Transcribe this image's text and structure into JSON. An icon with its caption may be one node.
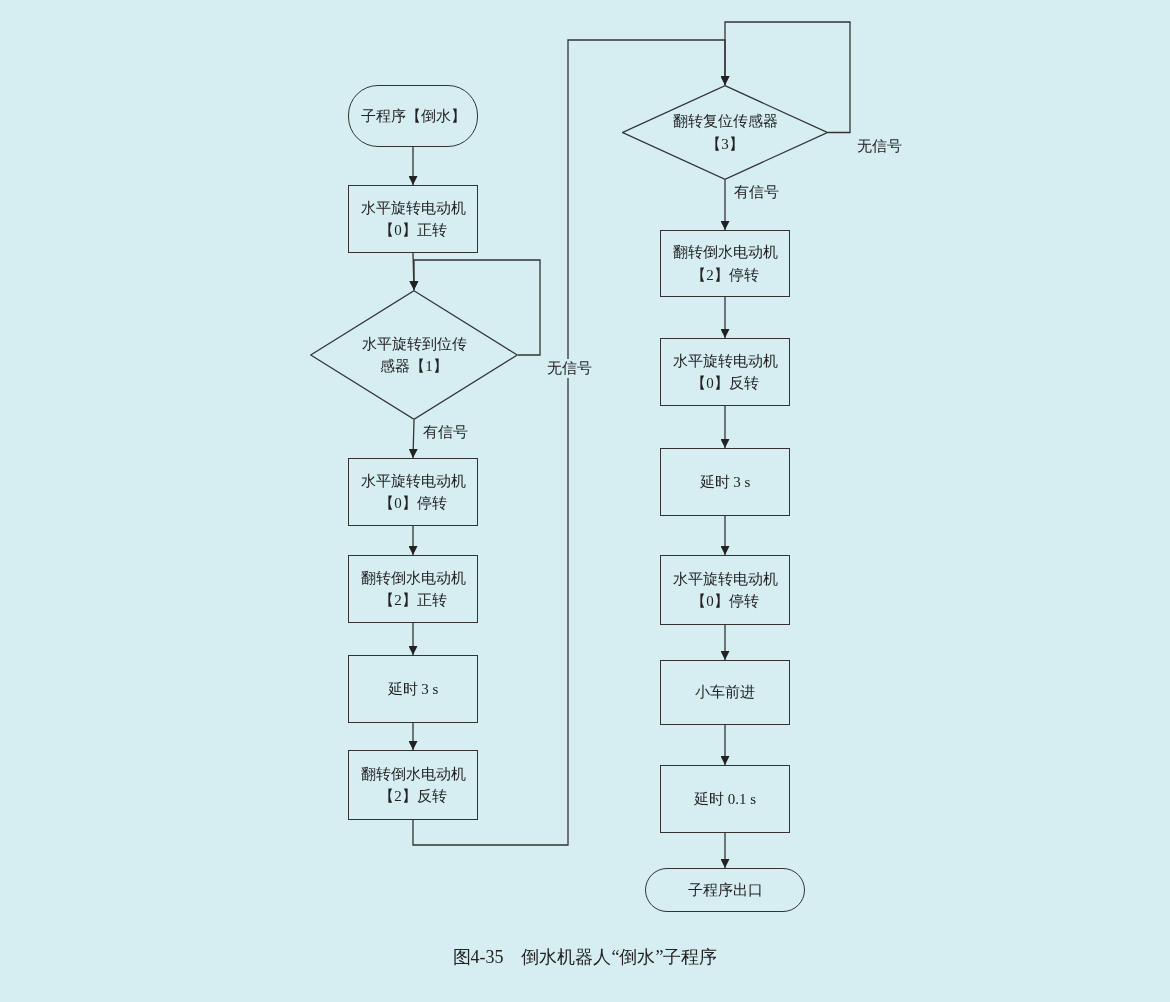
{
  "diagram": {
    "caption": "图4-35　倒水机器人“倒水”子程序",
    "nodes": [
      {
        "text": [
          "子程序【倒水】"
        ]
      },
      {
        "text": [
          "水平旋转电动机【0】正转"
        ]
      },
      {
        "text": [
          "水平旋转到位传感器【1】"
        ]
      },
      {
        "text": [
          "水平旋转电动机【0】停转"
        ]
      },
      {
        "text": [
          "翻转倒水电动机【2】正转"
        ]
      },
      {
        "text": [
          "延时 3 s"
        ]
      },
      {
        "text": [
          "翻转倒水电动机【2】反转"
        ]
      },
      {
        "text": [
          "翻转复位传感器【3】"
        ]
      },
      {
        "text": [
          "翻转倒水电动机【2】停转"
        ]
      },
      {
        "text": [
          "水平旋转电动机【0】反转"
        ]
      },
      {
        "text": [
          "延时 3 s"
        ]
      },
      {
        "text": [
          "水平旋转电动机【0】停转"
        ]
      },
      {
        "text": [
          "小车前进"
        ]
      },
      {
        "text": [
          "延时 0.1 s"
        ]
      },
      {
        "text": [
          "子程序出口"
        ]
      }
    ],
    "edges": [
      {
        "from": 0,
        "to": 1,
        "arrow": "to"
      },
      {
        "from": 1,
        "to": 2,
        "arrow": "to"
      },
      {
        "from": 2,
        "to": 2,
        "arrow": "to",
        "label": "无信号"
      },
      {
        "from": 2,
        "to": 3,
        "arrow": "to",
        "label": "有信号"
      },
      {
        "from": 3,
        "to": 4,
        "arrow": "to"
      },
      {
        "from": 4,
        "to": 5,
        "arrow": "to"
      },
      {
        "from": 5,
        "to": 6,
        "arrow": "to"
      },
      {
        "from": 6,
        "to": 7,
        "arrow": "to"
      },
      {
        "from": 7,
        "to": 7,
        "arrow": "to",
        "label": "无信号"
      },
      {
        "from": 7,
        "to": 8,
        "arrow": "to",
        "label": "有信号"
      },
      {
        "from": 8,
        "to": 9,
        "arrow": "to"
      },
      {
        "from": 9,
        "to": 10,
        "arrow": "to"
      },
      {
        "from": 10,
        "to": 11,
        "arrow": "to"
      },
      {
        "from": 11,
        "to": 12,
        "arrow": "to"
      },
      {
        "from": 12,
        "to": 13,
        "arrow": "to"
      },
      {
        "from": 13,
        "to": 14,
        "arrow": "to"
      }
    ]
  }
}
